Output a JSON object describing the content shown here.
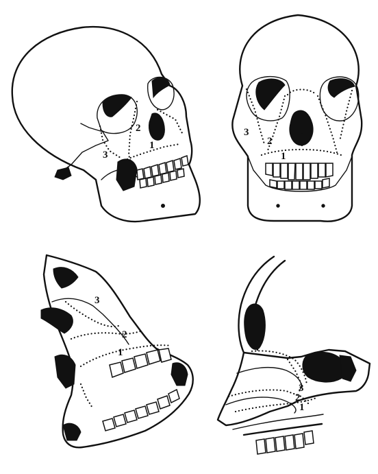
{
  "panels": [
    {
      "id": "skull-oblique",
      "labels": [
        "1",
        "2",
        "3"
      ]
    },
    {
      "id": "skull-frontal",
      "labels": [
        "1",
        "2",
        "3"
      ]
    },
    {
      "id": "maxilla-lateral",
      "labels": [
        "1",
        "2",
        "3"
      ]
    },
    {
      "id": "nasal-sagittal",
      "labels": [
        "1",
        "2",
        "3"
      ]
    }
  ],
  "colors": {
    "ink": "#111111",
    "paper": "#ffffff"
  }
}
